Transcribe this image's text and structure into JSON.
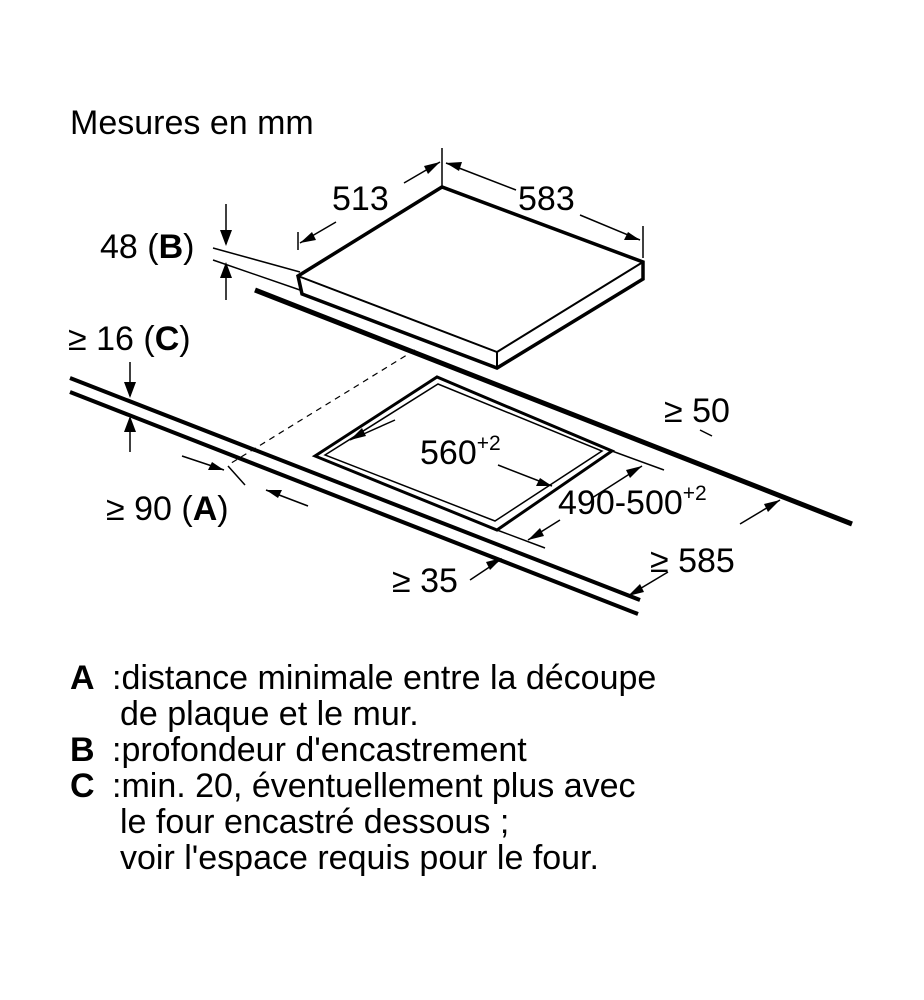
{
  "title": "Mesures en mm",
  "dimensions": {
    "hob_depth": "513",
    "hob_width": "583",
    "install_depth": {
      "value": "48",
      "open": " (",
      "letter": "B",
      "close": ")"
    },
    "min_c": {
      "value": "≥ 16",
      "open": " (",
      "letter": "C",
      "close": ")"
    },
    "min_wall_back": "≥ 50",
    "cutout_width": {
      "base": "560",
      "tol": "+2"
    },
    "cutout_depth": {
      "base": "490-500",
      "tol": "+2"
    },
    "min_a": {
      "value": "≥ 90",
      "open": " (",
      "letter": "A",
      "close": ")"
    },
    "min_counter_depth": "≥ 585",
    "min_front": "≥ 35"
  },
  "legend": [
    {
      "key": "A",
      "lines": [
        ":distance minimale entre la découpe",
        "de plaque et le mur."
      ]
    },
    {
      "key": "B",
      "lines": [
        ":profondeur d'encastrement"
      ]
    },
    {
      "key": "C",
      "lines": [
        ":min. 20, éventuellement plus avec",
        "le four encastré dessous ;",
        "voir l'espace requis pour le four."
      ]
    }
  ]
}
